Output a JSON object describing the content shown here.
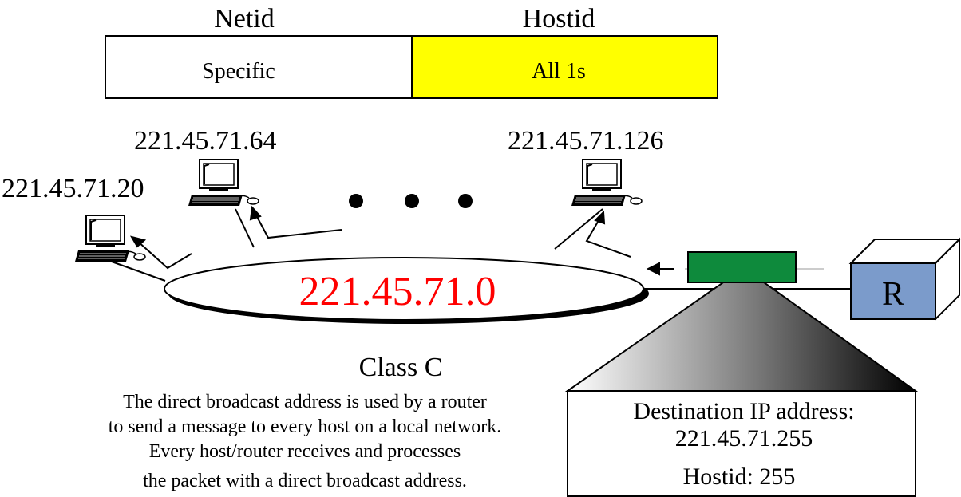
{
  "address_format": {
    "netid_header": "Netid",
    "hostid_header": "Hostid",
    "netid_value": "Specific",
    "hostid_value": "All 1s"
  },
  "hosts": [
    {
      "label": "221.45.71.20",
      "icon": "computer-icon"
    },
    {
      "label": "221.45.71.64",
      "icon": "computer-icon"
    },
    {
      "label": "221.45.71.126",
      "icon": "computer-icon"
    }
  ],
  "network": {
    "address": "221.45.71.0",
    "class_label": "Class C"
  },
  "router": {
    "label": "R",
    "icon": "router-icon"
  },
  "packet_callout": {
    "line1": "Destination IP address:",
    "line2": "221.45.71.255",
    "line3": "Hostid: 255"
  },
  "description": [
    "The direct broadcast address is used by a router",
    "to send a message to every host on a local network.",
    "Every host/router receives and processes",
    "the packet with a direct broadcast address."
  ],
  "colors": {
    "hostid_fill": "#ffff00",
    "network_address_text": "#ff0000",
    "router_fill": "#7b9bcb",
    "packet_fill": "#0e8a3c"
  }
}
